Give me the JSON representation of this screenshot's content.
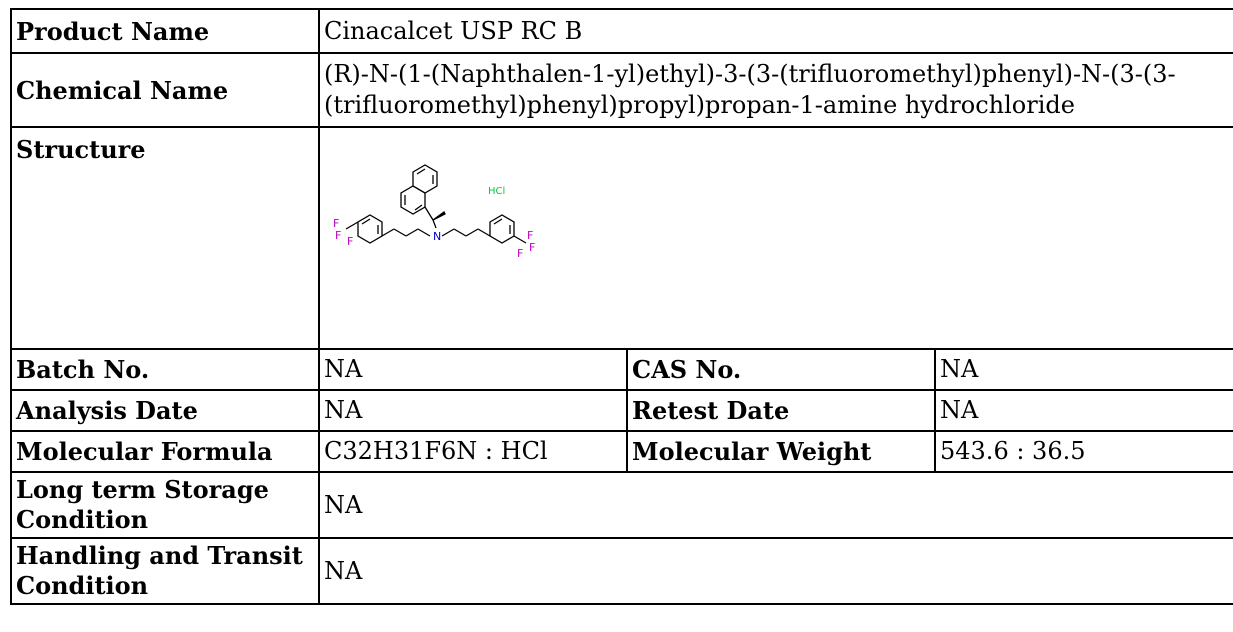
{
  "rows": {
    "product_name": {
      "label": "Product Name",
      "value": "Cinacalcet USP RC B"
    },
    "chemical_name": {
      "label": "Chemical Name",
      "value": "(R)-N-(1-(Naphthalen-1-yl)ethyl)-3-(3-(trifluoromethyl)phenyl)-N-(3-(3-(trifluoromethyl)phenyl)propyl)propan-1-amine hydrochloride"
    },
    "structure": {
      "label": "Structure",
      "salt_label": "HCl",
      "atom_n": "N",
      "atom_f": "F",
      "colors": {
        "bonds": "#000000",
        "fluorine": "#c000c0",
        "salt": "#00cc33",
        "nitrogen": "#0000cc"
      }
    },
    "batch_no": {
      "label": "Batch No.",
      "value": "NA"
    },
    "cas_no": {
      "label": "CAS No.",
      "value": "NA"
    },
    "analysis_date": {
      "label": "Analysis Date",
      "value": "NA"
    },
    "retest_date": {
      "label": "Retest Date",
      "value": "NA"
    },
    "molecular_formula": {
      "label": "Molecular Formula",
      "value": "C32H31F6N : HCl"
    },
    "molecular_weight": {
      "label": "Molecular Weight",
      "value": "543.6 : 36.5"
    },
    "long_term_storage": {
      "label": "Long term Storage Condition",
      "value": "NA"
    },
    "handling_transit": {
      "label": "Handling and Transit Condition",
      "value": "NA"
    }
  }
}
